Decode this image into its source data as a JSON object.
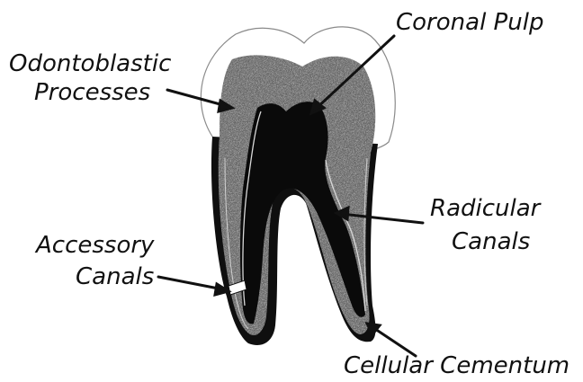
{
  "labels": {
    "coronal_pulp": "Coronal Pulp",
    "odontoblastic_line1": "Odontoblastic",
    "odontoblastic_line2": "Processes",
    "radicular_line1": "Radicular",
    "radicular_line2": "Canals",
    "accessory_line1": "Accessory",
    "accessory_line2": "Canals",
    "cellular_cementum": "Cellular Cementum"
  },
  "colors": {
    "ink": "#111111",
    "dentin": "#5a5a5a",
    "pulp": "#0a0a0a",
    "enamel_outline": "#8a8a8a",
    "background": "#ffffff"
  }
}
